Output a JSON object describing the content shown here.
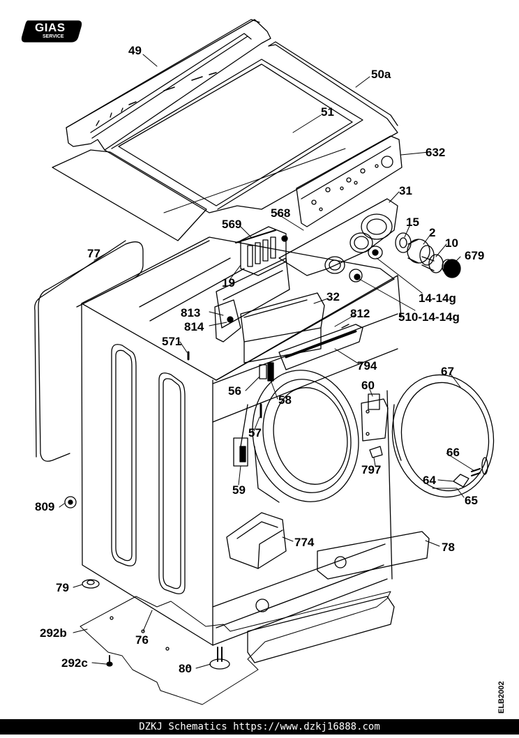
{
  "logo": {
    "brand": "GIAS",
    "sub": "SERVICE"
  },
  "labels": {
    "l49": "49",
    "l50a": "50a",
    "l51": "51",
    "l632": "632",
    "l31": "31",
    "l568": "568",
    "l569": "569",
    "l15": "15",
    "l2": "2",
    "l10": "10",
    "l679": "679",
    "l77": "77",
    "l19": "19",
    "l32": "32",
    "l14_14g": "14-14g",
    "l510": "510-14-14g",
    "l813": "813",
    "l812": "812",
    "l814": "814",
    "l571": "571",
    "l794": "794",
    "l67": "67",
    "l60": "60",
    "l56": "56",
    "l58": "58",
    "l57": "57",
    "l797": "797",
    "l66": "66",
    "l64": "64",
    "l65": "65",
    "l59": "59",
    "l809": "809",
    "l774": "774",
    "l78": "78",
    "l79": "79",
    "l76": "76",
    "l292b": "292b",
    "l292c": "292c",
    "l80": "80"
  },
  "side_code": "ELB2002",
  "footer": "DZKJ Schematics https://www.dzkj16888.com"
}
